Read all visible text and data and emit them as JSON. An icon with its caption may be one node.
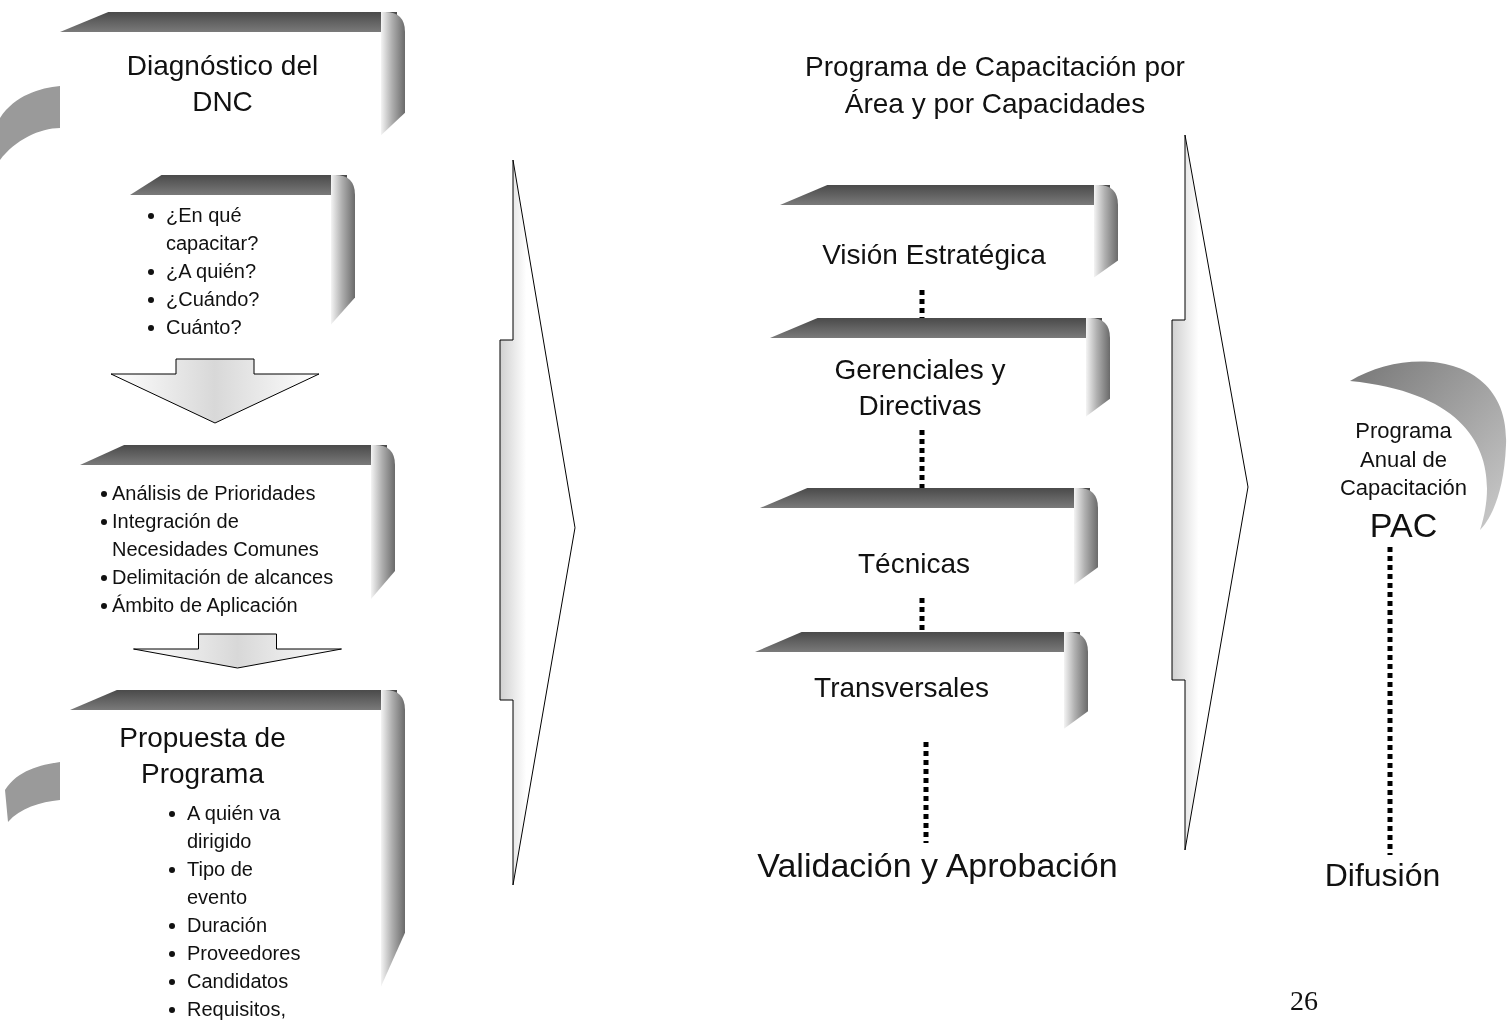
{
  "diagram": {
    "title": "Programa de Capacitación por Área y por Capacidades",
    "nodes": [
      {
        "text": [
          "Diagnóstico del DNC"
        ]
      },
      {
        "text": [
          "¿En qué capacitar?",
          "¿A quién?",
          "¿Cuándo?",
          "Cuánto?"
        ]
      },
      {
        "text": [
          "Análisis de Prioridades",
          "Integración de Necesidades Comunes",
          "Delimitación de alcances",
          "Ámbito de Aplicación"
        ]
      },
      {
        "text": [
          "Propuesta de Programa",
          "A quién va dirigido",
          "Tipo de evento",
          "Duración",
          "Proveedores",
          "Candidatos",
          "Requisitos,"
        ]
      },
      {
        "text": [
          "Visión Estratégica"
        ]
      },
      {
        "text": [
          "Gerenciales y Directivas"
        ]
      },
      {
        "text": [
          "Técnicas"
        ]
      },
      {
        "text": [
          "Transversales"
        ]
      },
      {
        "text": [
          "Validación y Aprobación"
        ]
      },
      {
        "text": [
          "Programa Anual de Capacitación",
          "PAC"
        ]
      },
      {
        "text": [
          "Difusión"
        ]
      }
    ],
    "edges": [
      {
        "from": 1,
        "to": 2,
        "arrow": "to"
      },
      {
        "from": 2,
        "to": 3,
        "arrow": "to"
      },
      {
        "from": 2,
        "to": 6,
        "arrow": "to"
      },
      {
        "from": 4,
        "to": 5,
        "arrow": "none",
        "style": "dashed"
      },
      {
        "from": 5,
        "to": 6,
        "arrow": "none",
        "style": "dashed"
      },
      {
        "from": 6,
        "to": 7,
        "arrow": "none",
        "style": "dashed"
      },
      {
        "from": 7,
        "to": 8,
        "arrow": "none",
        "style": "dashed"
      },
      {
        "from": 6,
        "to": 9,
        "arrow": "to"
      },
      {
        "from": 9,
        "to": 10,
        "arrow": "none",
        "style": "dashed"
      }
    ],
    "labels": [
      "26"
    ]
  }
}
